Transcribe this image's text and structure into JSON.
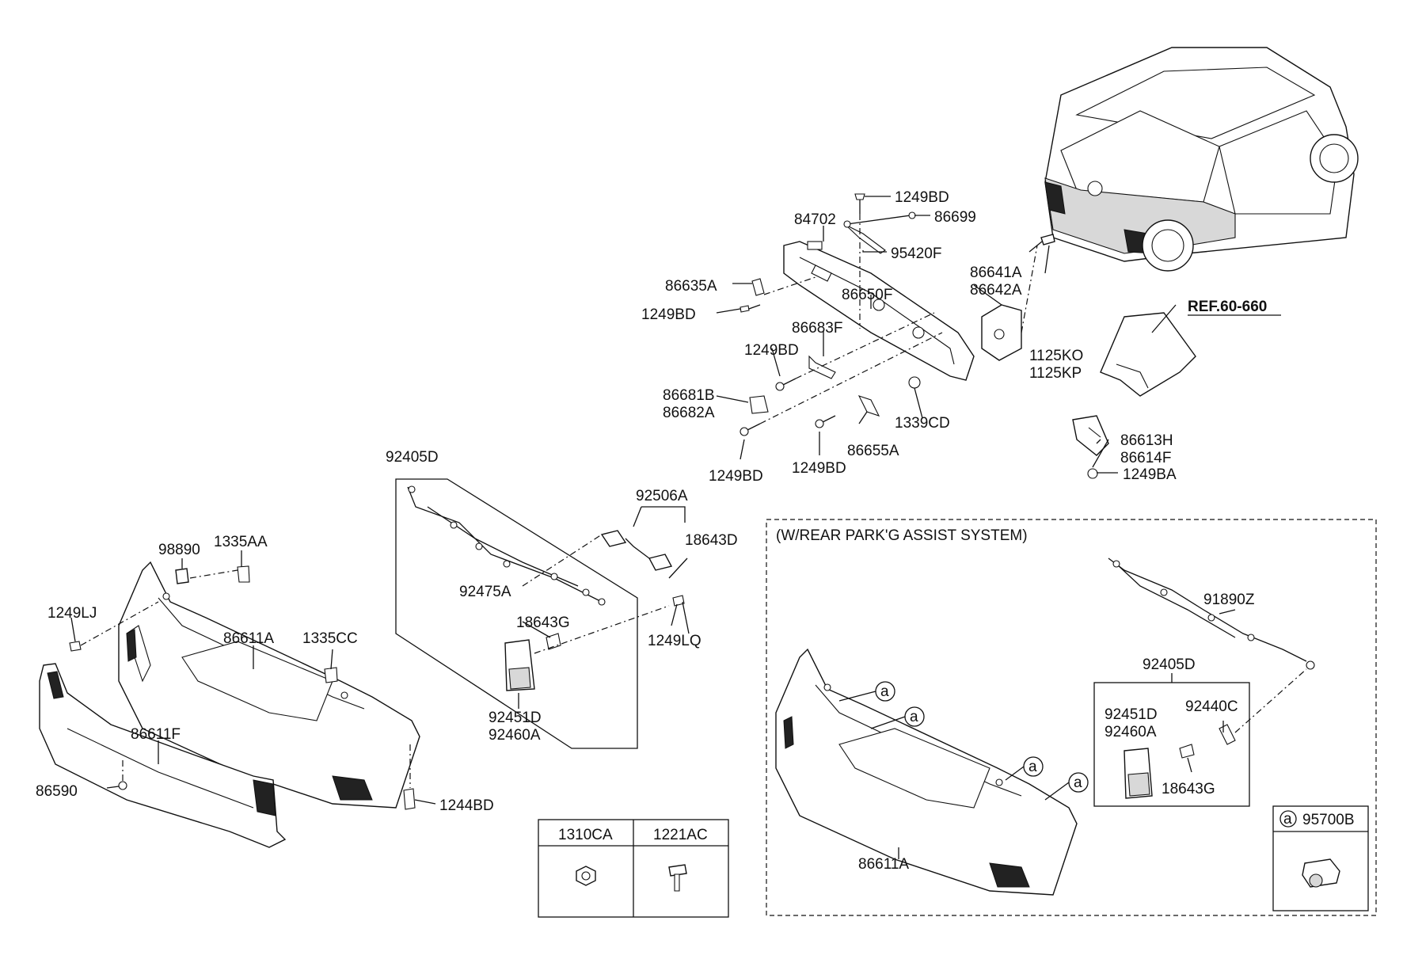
{
  "labels": {
    "p1249BD_top": "1249BD",
    "p86699": "86699",
    "p84702": "84702",
    "p95420F": "95420F",
    "p86641A": "86641A",
    "p86642A": "86642A",
    "p86635A": "86635A",
    "p86650F": "86650F",
    "p1249BD_left": "1249BD",
    "p86683F": "86683F",
    "p1249BD_mid": "1249BD",
    "p1125KO": "1125KO",
    "p1125KP": "1125KP",
    "p86681B": "86681B",
    "p86682A": "86682A",
    "p1339CD": "1339CD",
    "p86655A": "86655A",
    "p1249BD_b1": "1249BD",
    "p1249BD_b2": "1249BD",
    "p86613H": "86613H",
    "p86614F": "86614F",
    "p1249BA": "1249BA",
    "ref": "REF.60-660",
    "p92405D_main": "92405D",
    "p92506A": "92506A",
    "p18643D": "18643D",
    "p92475A": "92475A",
    "p18643G_main": "18643G",
    "p1249LQ": "1249LQ",
    "p92451D_main": "92451D",
    "p92460A_main": "92460A",
    "p98890": "98890",
    "p1335AA": "1335AA",
    "p1249LJ": "1249LJ",
    "p86611A_main": "86611A",
    "p1335CC": "1335CC",
    "p86611F": "86611F",
    "p86590": "86590",
    "p1244BD": "1244BD",
    "table_1310CA": "1310CA",
    "table_1221AC": "1221AC",
    "assist_title": "(W/REAR PARK'G ASSIST SYSTEM)",
    "p91890Z": "91890Z",
    "p92405D_assist": "92405D",
    "p92451D_assist": "92451D",
    "p92460A_assist": "92460A",
    "p92440C": "92440C",
    "p18643G_assist": "18643G",
    "p86611A_assist": "86611A",
    "callout_a": "a",
    "legend_a": "a",
    "p95700B": "95700B"
  }
}
